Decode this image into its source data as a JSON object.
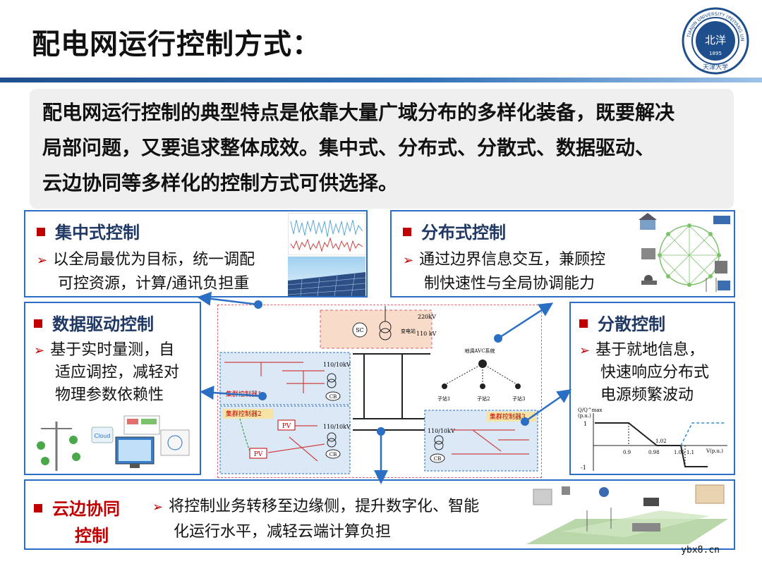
{
  "title": "配电网运行控制方式：",
  "logo": {
    "icon": "tianjin-university-seal",
    "text": "TIANJIN UNIVERSITY (PEIYANG UNIVERSITY) 1895 天津大学"
  },
  "intro": {
    "line1": "配电网运行控制的典型特点是依靠大量广域分布的多样化装备，既要解决",
    "line2": "局部问题，又要追求整体成效。集中式、分布式、分散式、数据驱动、",
    "line3": "云边协同等多样化的控制方式可供选择。"
  },
  "centralized": {
    "heading": "集中式控制",
    "line1": "以全局最优为目标，统一调配",
    "line2": "可控资源，计算/通讯负担重"
  },
  "distributed": {
    "heading": "分布式控制",
    "line1": "通过边界信息交互，兼顾控",
    "line2": "制快速性与全局协调能力"
  },
  "datadriven": {
    "heading": "数据驱动控制",
    "line1": "基于实时量测，自",
    "line2": "适应调控，减轻对",
    "line3": "物理参数依赖性"
  },
  "decentralized": {
    "heading": "分散控制",
    "line1": "基于就地信息，",
    "line2": "快速响应分布式",
    "line3": "电源频繁波动"
  },
  "cloudedge": {
    "heading1": "云边协同",
    "heading2": "控制",
    "line1": "将控制业务转移至边缘侧，提升数字化、智能",
    "line2": "化运行水平，减轻云端计算负担"
  },
  "diagram": {
    "sc": "SC",
    "kv220": "220kV",
    "kv110": "110 kV",
    "substation": "变电站",
    "avc": "地调AVC系统",
    "sub1": "子站1",
    "sub2": "子站2",
    "sub3": "子站3",
    "ctrl1": "集群控制器1",
    "ctrl2": "集群控制器2",
    "ctrl3": "集群控制器3",
    "t1": "110/10kV",
    "t2": "110/10kV",
    "t3": "110/10kV",
    "cb": "CB",
    "pv": "PV"
  },
  "droop": {
    "ylabel": "Q/Q^max",
    "yunit": "(p.u.)",
    "xlabel": "V(p.u.)",
    "ticks": {
      "y1": "1",
      "yneg": "-1",
      "x09": "0.9",
      "x098": "0.98",
      "x102": "1.02",
      "x105": "1.05",
      "x11": "1.1"
    }
  },
  "cloud_label": "Cloud",
  "watermark": "ybx8.cn",
  "colors": {
    "accent": "#2a6fc4",
    "heading": "#1f3864",
    "marker": "#c00000",
    "pink_frame": "#e06070"
  }
}
